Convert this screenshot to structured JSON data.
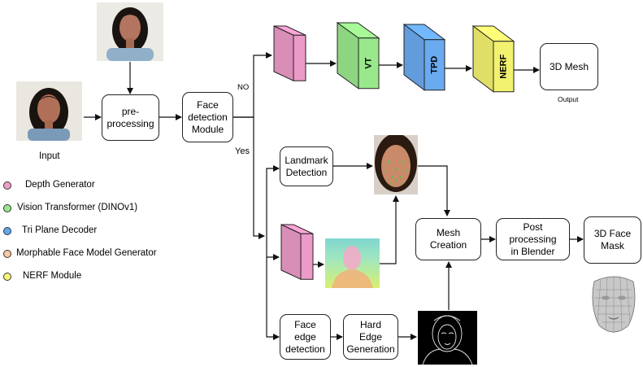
{
  "diagram": {
    "input_label": "Input",
    "output_label": "Output",
    "branch_no": "NO",
    "branch_yes": "Yes",
    "nodes": {
      "preprocessing": "pre-\nprocessing",
      "face_detection": "Face\ndetection\nModule",
      "mesh_3d": "3D Mesh",
      "landmark_detection": "Landmark\nDetection",
      "mesh_creation": "Mesh\nCreation",
      "post_processing": "Post\nprocessing\nin Blender",
      "face_mask": "3D Face\nMask",
      "face_edge": "Face\nedge\ndetection",
      "hard_edge": "Hard\nEdge\nGeneration"
    },
    "blocks": {
      "vt": "VT",
      "tpd": "TPD",
      "nerf": "NERF"
    }
  },
  "legend": [
    {
      "label": "Depth Generator",
      "color": "#f0a0c8"
    },
    {
      "label": "Vision Transformer (DINOv1)",
      "color": "#98e890"
    },
    {
      "label": "Tri Plane Decoder",
      "color": "#60a8f0"
    },
    {
      "label": "Morphable Face Model Generator",
      "color": "#f8c8a0"
    },
    {
      "label": "NERF Module",
      "color": "#f8f878"
    }
  ],
  "colors": {
    "depth_cube": "#ec9ac8",
    "vt_cube": "#9ae88c",
    "tpd_cube": "#6aaaf0",
    "nerf_cube": "#f2f270",
    "line": "#111111"
  }
}
